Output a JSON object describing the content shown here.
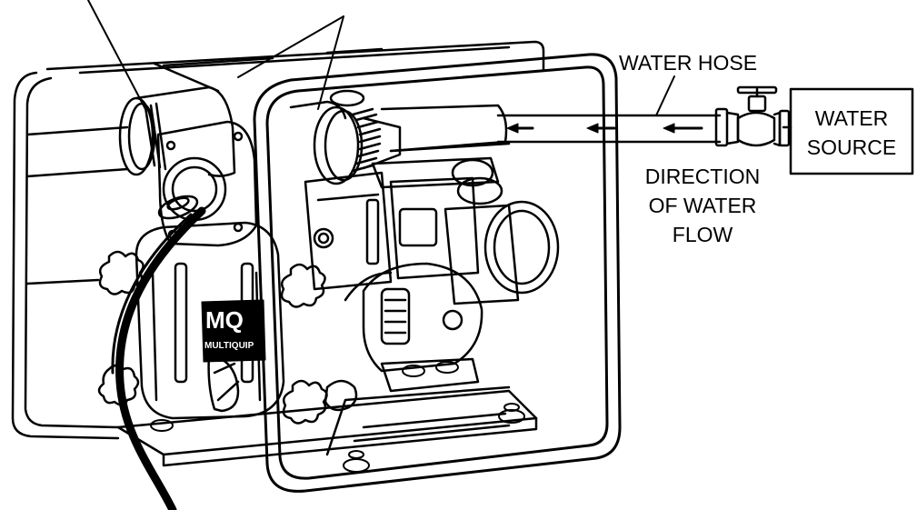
{
  "labels": {
    "water_hose": "WATER HOSE",
    "water_source_line1": "WATER",
    "water_source_line2": "SOURCE",
    "direction_line1": "DIRECTION",
    "direction_line2": "OF WATER",
    "direction_line3": "FLOW"
  },
  "logo": {
    "mark": "MQ",
    "name": "MULTIQUIP"
  },
  "colors": {
    "ink": "#000000",
    "paper": "#ffffff"
  }
}
